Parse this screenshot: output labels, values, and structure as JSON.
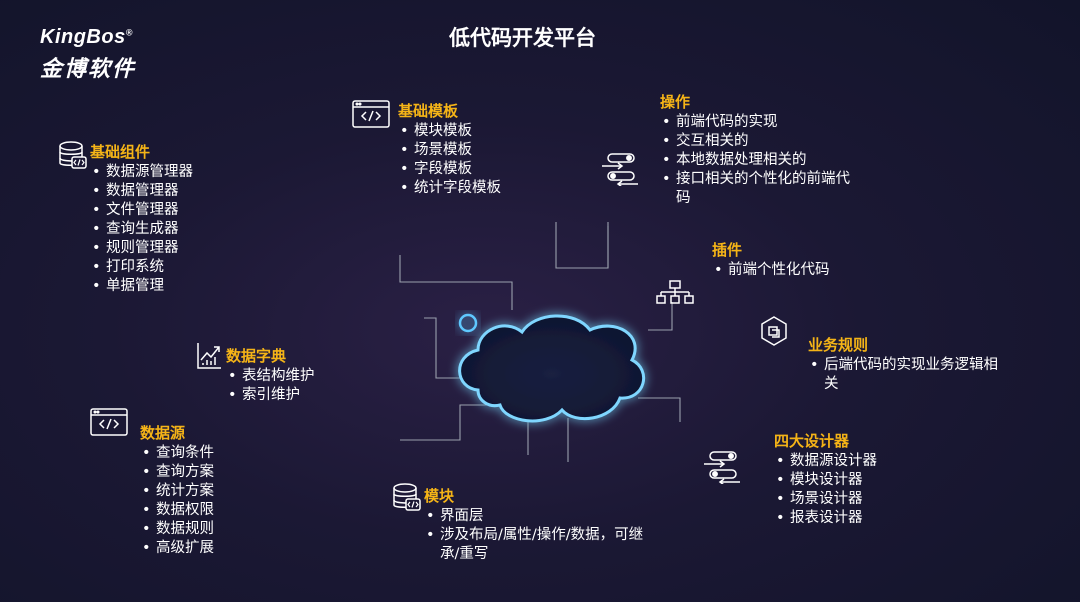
{
  "brand": {
    "name_en": "KingBos",
    "name_zh": "金博软件",
    "registered": "®"
  },
  "title": "低代码开发平台",
  "colors": {
    "accent": "#f5b417",
    "text": "#ffffff",
    "line": "#9aa0ad",
    "cloud_glow": "#5fc8ff"
  },
  "blocks": {
    "basic_components": {
      "title": "基础组件",
      "icon": "database-code-icon",
      "items": [
        "数据源管理器",
        "数据管理器",
        "文件管理器",
        "查询生成器",
        "规则管理器",
        "打印系统",
        "单据管理"
      ]
    },
    "basic_templates": {
      "title": "基础模板",
      "icon": "browser-code-icon",
      "items": [
        "模块模板",
        "场景模板",
        "字段模板",
        "统计字段模板"
      ]
    },
    "operations": {
      "title": "操作",
      "icon": "toggle-flow-icon",
      "items": [
        "前端代码的实现",
        "交互相关的",
        "本地数据处理相关的",
        "接口相关的个性化的前端代码"
      ]
    },
    "plugins": {
      "title": "插件",
      "icon": "hierarchy-icon",
      "items": [
        "前端个性化代码"
      ]
    },
    "business_rules": {
      "title": "业务规则",
      "icon": "hexagon-layers-icon",
      "items": [
        "后端代码的实现业务逻辑相关"
      ]
    },
    "data_dictionary": {
      "title": "数据字典",
      "icon": "chart-growth-icon",
      "items": [
        "表结构维护",
        "索引维护"
      ]
    },
    "data_source": {
      "title": "数据源",
      "icon": "browser-code-icon",
      "items": [
        "查询条件",
        "查询方案",
        "统计方案",
        "数据权限",
        "数据规则",
        "高级扩展"
      ]
    },
    "module": {
      "title": "模块",
      "icon": "database-code-icon",
      "items": [
        "界面层",
        "涉及布局/属性/操作/数据，可继承/重写"
      ]
    },
    "four_designers": {
      "title": "四大设计器",
      "icon": "toggle-flow-icon",
      "items": [
        "数据源设计器",
        "模块设计器",
        "场景设计器",
        "报表设计器"
      ]
    }
  }
}
